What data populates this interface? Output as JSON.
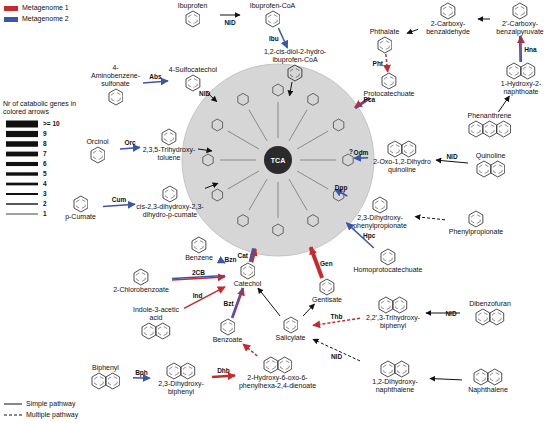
{
  "diagram": {
    "nodes": [
      {
        "text": [
          "Ibuprofen"
        ]
      },
      {
        "text": [
          "Ibuprofen-CoA"
        ]
      },
      {
        "text": [
          "1,2-cis-diol-2-hydro-ibuprofen-CoA"
        ]
      },
      {
        "text": [
          "4-Aminobenzene-sulfonate"
        ]
      },
      {
        "text": [
          "4-Sulfocatechol"
        ]
      },
      {
        "text": [
          "Phthalate"
        ]
      },
      {
        "text": [
          "2-Carboxy-benzaldehyde"
        ]
      },
      {
        "text": [
          "2'-Carboxy-benzalpyruvate"
        ]
      },
      {
        "text": [
          "Protocatechuate"
        ]
      },
      {
        "text": [
          "Phenanthrene"
        ]
      },
      {
        "text": [
          "1-Hydroxy-2-naphthoate"
        ]
      },
      {
        "text": [
          "Orcinol"
        ]
      },
      {
        "text": [
          "2,3,5-Trihydroxy-toluene"
        ]
      },
      {
        "text": [
          "Quinoline"
        ]
      },
      {
        "text": [
          "2-Oxo-1,2-Dihydro quinoline"
        ]
      },
      {
        "text": [
          "p-Cumate"
        ]
      },
      {
        "text": [
          "cis-2,3-dihydroxy-2,3-dihydro-p-cumate"
        ]
      },
      {
        "text": [
          "Phenylpropionate"
        ]
      },
      {
        "text": [
          "2,3-Dihydroxy-phenylpropionate"
        ]
      },
      {
        "text": [
          "Homoprotocatechuate"
        ]
      },
      {
        "text": [
          "Gentisate"
        ]
      },
      {
        "text": [
          "Benzene"
        ]
      },
      {
        "text": [
          "Catechol"
        ]
      },
      {
        "text": [
          "2-Chlorobenzoate"
        ]
      },
      {
        "text": [
          "Benzoate"
        ]
      },
      {
        "text": [
          "Indole-3-acetic acid"
        ]
      },
      {
        "text": [
          "Salicylate"
        ]
      },
      {
        "text": [
          "Dibenzofuran"
        ]
      },
      {
        "text": [
          "2,2',3-Trihydroxy-biphenyl"
        ]
      },
      {
        "text": [
          "Naphthalene"
        ]
      },
      {
        "text": [
          "1,2-Dihydroxy-naphthalene"
        ]
      },
      {
        "text": [
          "Biphenyl"
        ]
      },
      {
        "text": [
          "2,3-Dihydroxy-biphenyl"
        ]
      },
      {
        "text": [
          "2-Hydroxy-6-oxo-6-phenylhexa-2,4-dienoate"
        ]
      },
      {
        "text": [
          "TCA"
        ]
      }
    ],
    "edges": [
      {
        "from": 0,
        "to": 1,
        "arrow": "to",
        "label": "NID"
      },
      {
        "from": 1,
        "to": 2,
        "arrow": "to",
        "label": "Ibu"
      },
      {
        "from": 3,
        "to": 4,
        "arrow": "to",
        "label": "Abs"
      },
      {
        "from": 7,
        "to": 6,
        "arrow": "to"
      },
      {
        "from": 6,
        "to": 5,
        "arrow": "to"
      },
      {
        "from": 5,
        "to": 8,
        "arrow": "to",
        "label": "Pht"
      },
      {
        "from": 10,
        "to": 7,
        "arrow": "to",
        "label": "Hna"
      },
      {
        "from": 9,
        "to": 10,
        "arrow": "to"
      },
      {
        "from": 11,
        "to": 12,
        "arrow": "to",
        "label": "Orc"
      },
      {
        "from": 13,
        "to": 14,
        "arrow": "to",
        "label": "NID"
      },
      {
        "from": 15,
        "to": 16,
        "arrow": "to",
        "label": "Cum"
      },
      {
        "from": 17,
        "to": 18,
        "arrow": "to"
      },
      {
        "from": 21,
        "to": 22,
        "arrow": "to",
        "label": "Bzn"
      },
      {
        "from": 23,
        "to": 22,
        "arrow": "to",
        "label": "2CB"
      },
      {
        "from": 25,
        "to": 22,
        "arrow": "to",
        "label": "Ind"
      },
      {
        "from": 24,
        "to": 22,
        "arrow": "to",
        "label": "Bzt"
      },
      {
        "from": 26,
        "to": 22,
        "arrow": "to"
      },
      {
        "from": 26,
        "to": 20,
        "arrow": "to"
      },
      {
        "from": 28,
        "to": 26,
        "arrow": "to",
        "label": "Thb"
      },
      {
        "from": 27,
        "to": 28,
        "arrow": "to",
        "label": "NID"
      },
      {
        "from": 30,
        "to": 26,
        "arrow": "to",
        "label": "NID"
      },
      {
        "from": 29,
        "to": 30,
        "arrow": "to"
      },
      {
        "from": 31,
        "to": 32,
        "arrow": "to",
        "label": "Bph"
      },
      {
        "from": 32,
        "to": 33,
        "arrow": "to",
        "label": "Dhb"
      },
      {
        "from": 33,
        "to": 24,
        "arrow": "to"
      }
    ],
    "labels": [
      "Nr of catabolic genes in colored arrows",
      ">= 10",
      "9",
      "8",
      "7",
      "6",
      "5",
      "4",
      "3",
      "2",
      "1",
      "NID",
      "Pca",
      "Odm",
      "?",
      "Dpp",
      "Hpc",
      "Cat",
      "Gen"
    ],
    "legend": [
      {
        "text": "Metagenome 1",
        "color": "#c62a2f"
      },
      {
        "text": "Metagenome 2",
        "color": "#3b55a8"
      },
      {
        "text": "Simple pathway"
      },
      {
        "text": "Multiple pathway"
      }
    ]
  }
}
